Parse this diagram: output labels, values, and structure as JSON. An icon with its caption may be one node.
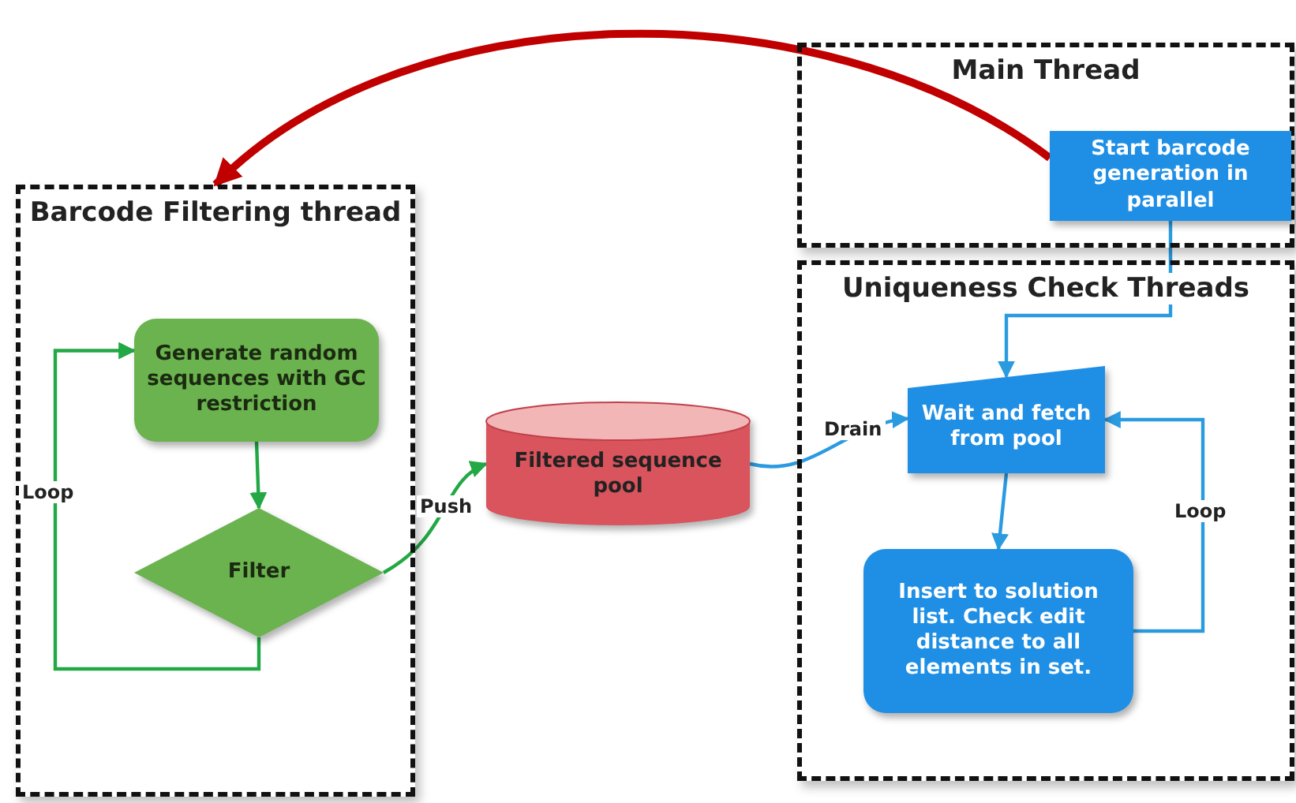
{
  "diagram": {
    "nodes": [
      {
        "text": [
          "Main Thread"
        ]
      },
      {
        "text": [
          "Start barcode generation in parallel"
        ],
        "in": 0
      },
      {
        "text": [
          "Barcode Filtering thread"
        ]
      },
      {
        "text": [
          "Generate random sequences with GC restriction"
        ],
        "in": 2
      },
      {
        "text": [
          "Filter"
        ],
        "in": 2
      },
      {
        "text": [
          "Filtered sequence pool"
        ]
      },
      {
        "text": [
          "Uniqueness Check Threads"
        ]
      },
      {
        "text": [
          "Wait and fetch from pool"
        ],
        "in": 6
      },
      {
        "text": [
          "Insert to solution list. Check edit distance to all elements in set."
        ],
        "in": 6
      }
    ],
    "edges": [
      {
        "from": 1,
        "to": 2,
        "arrow": "to",
        "style": "thick",
        "color": "#c00000"
      },
      {
        "from": 3,
        "to": 4,
        "arrow": "to",
        "color": "#22a845"
      },
      {
        "from": 4,
        "to": 3,
        "arrow": "to",
        "label": "Loop",
        "color": "#22a845"
      },
      {
        "from": 4,
        "to": 5,
        "arrow": "to",
        "label": "Push",
        "color": "#22a845"
      },
      {
        "from": 5,
        "to": 7,
        "arrow": "to",
        "label": "Drain",
        "color": "#2b9be0"
      },
      {
        "from": 1,
        "to": 7,
        "arrow": "to",
        "color": "#2b9be0"
      },
      {
        "from": 7,
        "to": 8,
        "arrow": "to",
        "color": "#2b9be0"
      },
      {
        "from": 8,
        "to": 7,
        "arrow": "to",
        "label": "Loop",
        "color": "#2b9be0"
      }
    ]
  }
}
